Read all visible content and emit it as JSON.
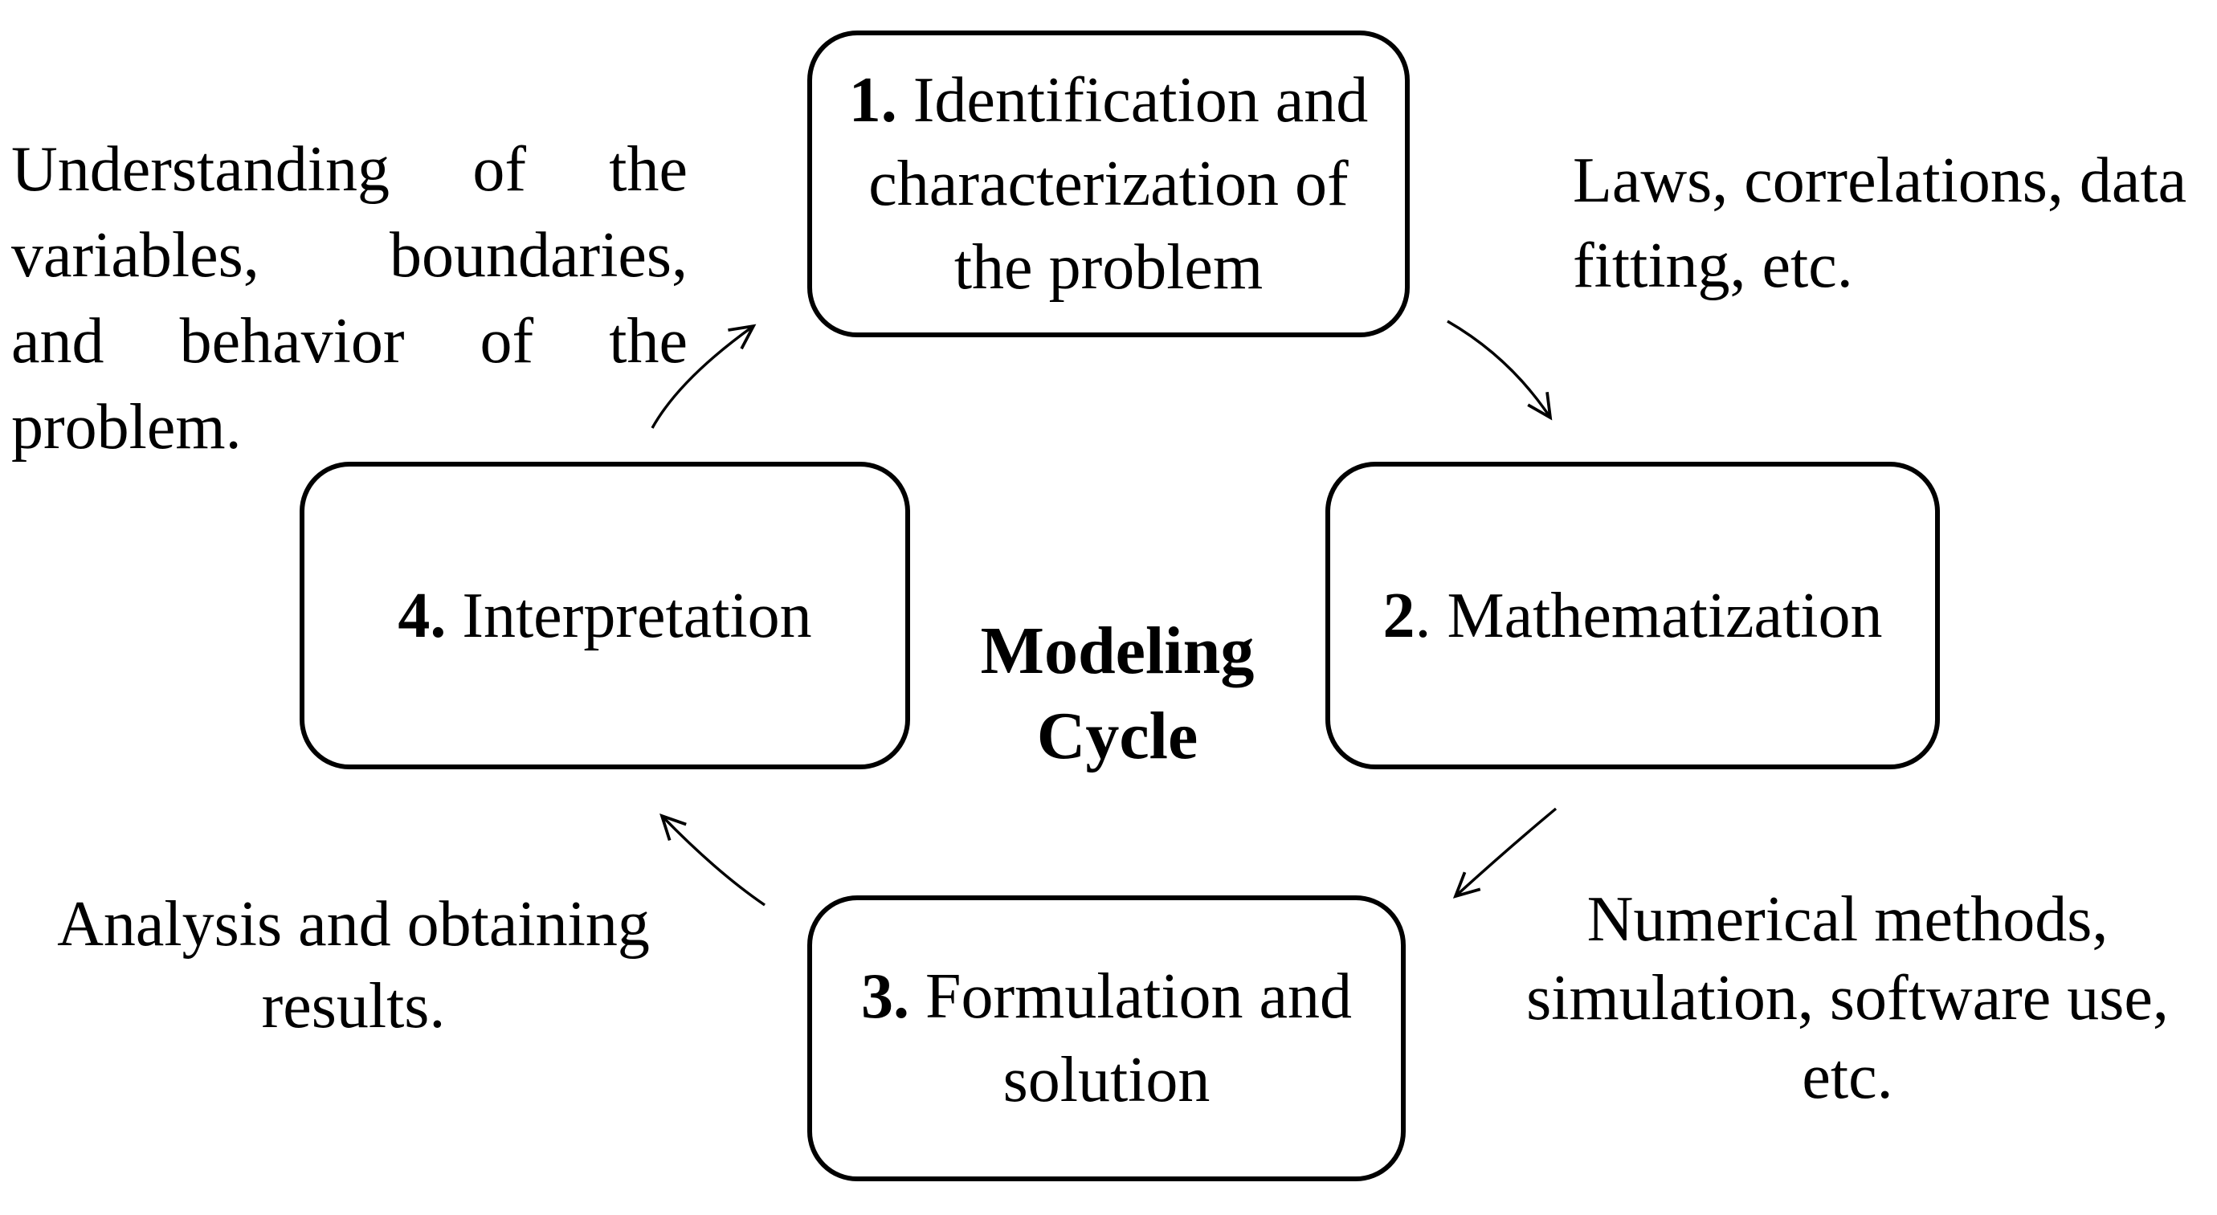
{
  "diagram": {
    "center_label": {
      "line1": "Modeling",
      "line2": "Cycle"
    }
  },
  "boxes": [
    {
      "num": "1.",
      "label": " Identification and characterization of the problem"
    },
    {
      "num": "2",
      "label": ". Mathematization"
    },
    {
      "num": "3.",
      "label": " Formulation and solution"
    },
    {
      "num": "4.",
      "label": " Interpretation"
    }
  ],
  "annotations": {
    "top_left": {
      "lines": [
        "Understanding of the",
        "variables, boundaries,",
        "and behavior of the",
        "problem."
      ]
    },
    "top_right": {
      "lines": [
        "Laws, correlations, data",
        "fitting, etc."
      ]
    },
    "bottom_left": {
      "lines": [
        "Analysis and obtaining",
        "results."
      ]
    },
    "bottom_right": {
      "lines": [
        "Numerical methods,",
        "simulation, software use,",
        "etc."
      ]
    }
  },
  "colors": {
    "ink": "#000000",
    "background": "#ffffff"
  }
}
